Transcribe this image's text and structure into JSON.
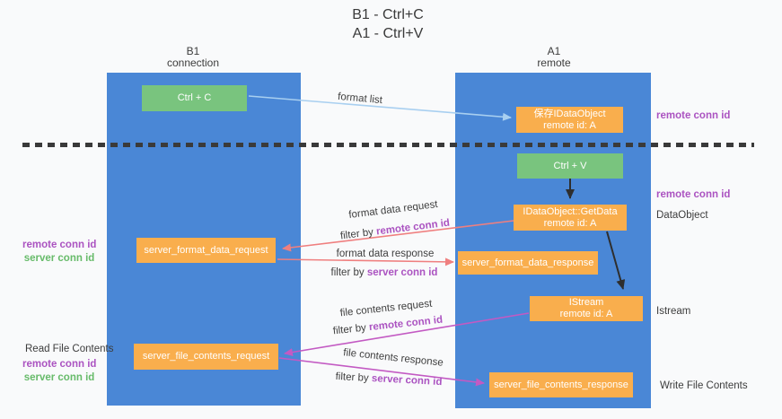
{
  "title": {
    "line1": "B1 - Ctrl+C",
    "line2": "A1 - Ctrl+V"
  },
  "lanes": {
    "left": {
      "name": "B1",
      "subtitle": "connection"
    },
    "right": {
      "name": "A1",
      "subtitle": "remote"
    }
  },
  "nodes": {
    "ctrl_c": {
      "label": "Ctrl + C"
    },
    "ctrl_v": {
      "label": "Ctrl + V"
    },
    "save_idataobject": {
      "line1": "保存IDataObject",
      "line2": "remote id: A"
    },
    "getdata": {
      "line1": "IDataObject::GetData",
      "line2": "remote id: A"
    },
    "istream": {
      "line1": "IStream",
      "line2": "remote id: A"
    },
    "server_format_data_request": {
      "label": "server_format_data_request"
    },
    "server_format_data_response": {
      "label": "server_format_data_response"
    },
    "server_file_contents_request": {
      "label": "server_file_contents_request"
    },
    "server_file_contents_response": {
      "label": "server_file_contents_response"
    }
  },
  "arrow_labels": {
    "format_list": "format list",
    "format_data_request": "format data request",
    "format_data_response": "format data response",
    "file_contents_request": "file contents request",
    "file_contents_response": "file contents response",
    "filter_by_prefix": "filter by",
    "remote_conn_id": "remote conn id",
    "server_conn_id": "server conn id"
  },
  "side_labels": {
    "remote_conn_id": "remote conn id",
    "server_conn_id": "server conn id",
    "dataobject": "DataObject",
    "istream": "Istream",
    "read_file_contents": "Read File Contents",
    "write_file_contents": "Write File Contents"
  },
  "colors": {
    "lane_blue": "#4a87d6",
    "node_orange": "#f9ae4d",
    "node_green": "#79c47e",
    "purple_text": "#ab53c1",
    "green_text": "#67bb6a",
    "salmon_arrow": "#ef7f7f",
    "magenta_arrow": "#c35ac3",
    "light_blue_arrow": "#a8cff0",
    "black_arrow": "#2e2e2e",
    "dash_line": "#3a3a3a"
  }
}
